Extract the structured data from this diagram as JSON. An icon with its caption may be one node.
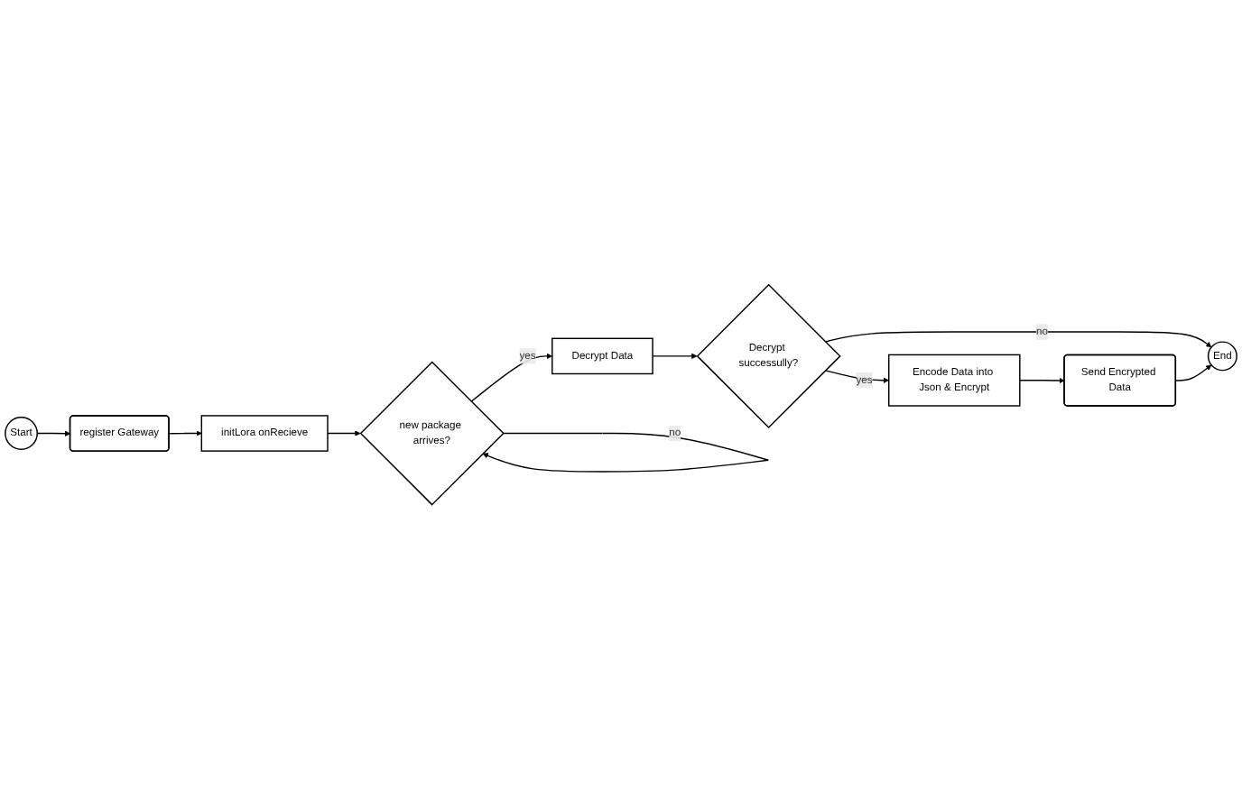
{
  "diagram": {
    "nodes": [
      {
        "text": [
          "Start"
        ]
      },
      {
        "text": [
          "register Gateway"
        ]
      },
      {
        "text": [
          "initLora onRecieve"
        ]
      },
      {
        "text": [
          "new package arrives?"
        ]
      },
      {
        "text": [
          "Decrypt Data"
        ]
      },
      {
        "text": [
          "Decrypt successully?"
        ]
      },
      {
        "text": [
          "End"
        ]
      },
      {
        "text": [
          "Encode Data into Json & Encrypt"
        ]
      },
      {
        "text": [
          "Send Encrypted Data"
        ]
      }
    ],
    "edges": [
      {
        "from": 0,
        "to": 1,
        "arrow": "to"
      },
      {
        "from": 1,
        "to": 2,
        "arrow": "to"
      },
      {
        "from": 2,
        "to": 3,
        "arrow": "to"
      },
      {
        "from": 3,
        "to": 3,
        "label": "no",
        "arrow": "to"
      },
      {
        "from": 3,
        "to": 4,
        "label": "yes",
        "arrow": "to"
      },
      {
        "from": 4,
        "to": 5,
        "arrow": "to"
      },
      {
        "from": 5,
        "to": 6,
        "label": "no",
        "arrow": "to"
      },
      {
        "from": 5,
        "to": 7,
        "label": "yes",
        "arrow": "to"
      },
      {
        "from": 7,
        "to": 8,
        "arrow": "to"
      },
      {
        "from": 8,
        "to": 6,
        "arrow": "to"
      }
    ]
  }
}
